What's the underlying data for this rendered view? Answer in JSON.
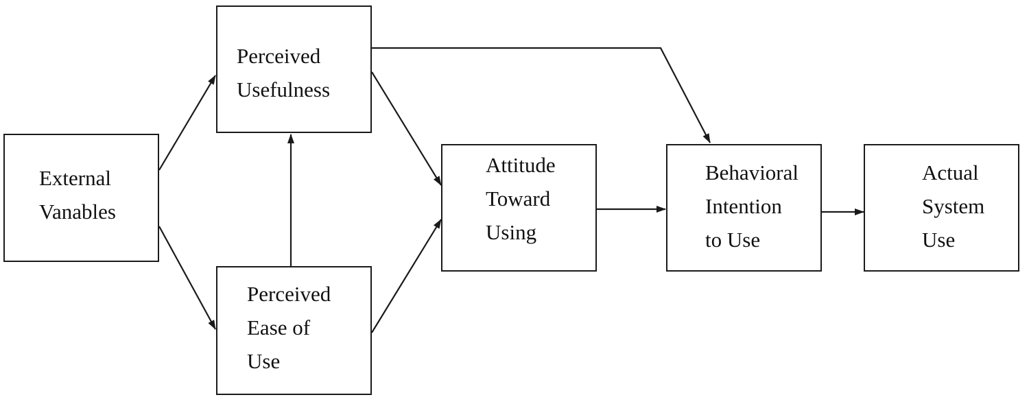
{
  "diagram": {
    "nodes": {
      "external_variables": {
        "lines": [
          "External",
          "Vanables"
        ]
      },
      "perceived_usefulness": {
        "lines": [
          "Perceived",
          "Usefulness"
        ]
      },
      "perceived_ease_of_use": {
        "lines": [
          "Perceived",
          "Ease of",
          "Use"
        ]
      },
      "attitude_toward_using": {
        "lines": [
          "Attitude",
          "Toward",
          "Using"
        ]
      },
      "behavioral_intention": {
        "lines": [
          "Behavioral",
          "Intention",
          "to Use"
        ]
      },
      "actual_system_use": {
        "lines": [
          "Actual",
          "System",
          "Use"
        ]
      }
    },
    "edges": [
      {
        "from": "external_variables",
        "to": "perceived_usefulness"
      },
      {
        "from": "external_variables",
        "to": "perceived_ease_of_use"
      },
      {
        "from": "perceived_ease_of_use",
        "to": "perceived_usefulness"
      },
      {
        "from": "perceived_usefulness",
        "to": "attitude_toward_using"
      },
      {
        "from": "perceived_ease_of_use",
        "to": "attitude_toward_using"
      },
      {
        "from": "perceived_usefulness",
        "to": "behavioral_intention"
      },
      {
        "from": "attitude_toward_using",
        "to": "behavioral_intention"
      },
      {
        "from": "behavioral_intention",
        "to": "actual_system_use"
      }
    ],
    "colors": {
      "stroke": "#1a1a1a",
      "text": "#111111"
    }
  }
}
